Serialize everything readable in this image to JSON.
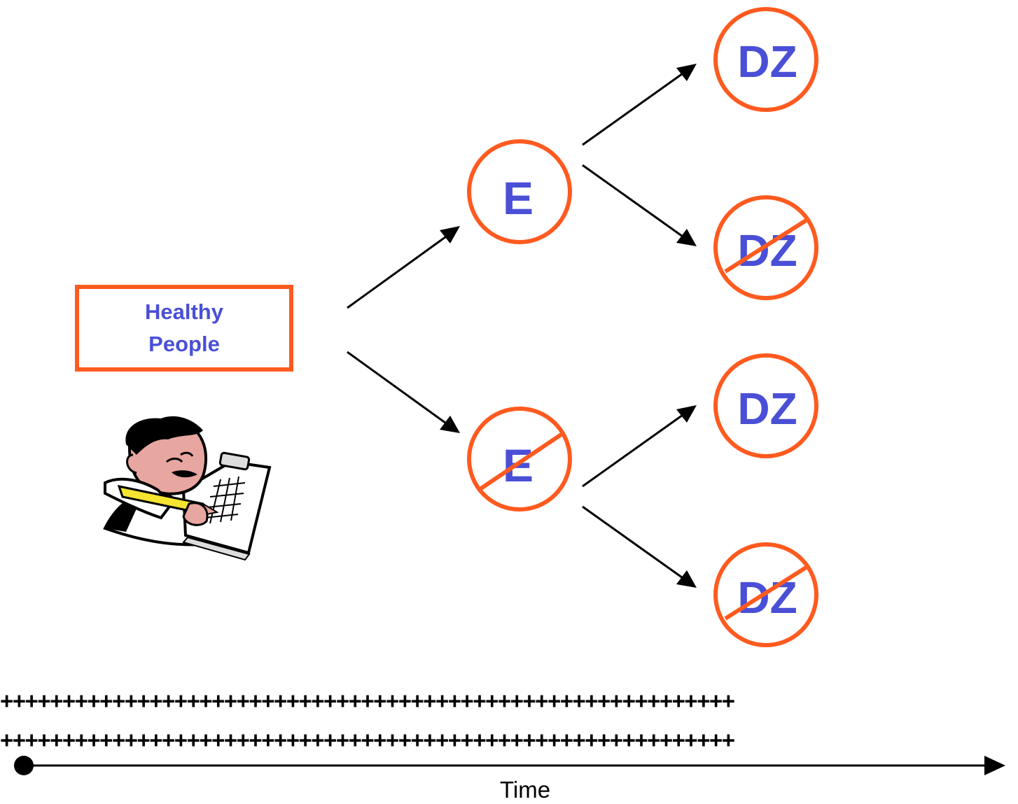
{
  "root": {
    "line1": "Healthy",
    "line2": "People"
  },
  "exposure_nodes": [
    {
      "label": "E",
      "crossed": false
    },
    {
      "label": "E",
      "crossed": true
    }
  ],
  "outcome_nodes": [
    {
      "label": "DZ",
      "crossed": false
    },
    {
      "label": "DZ",
      "crossed": true
    },
    {
      "label": "DZ",
      "crossed": false
    },
    {
      "label": "DZ",
      "crossed": true
    }
  ],
  "plus_rows": [
    "+++++++++++++++++++++++++++++++++++++++++++++++++++++++++++",
    "+++++++++++++++++++++++++++++++++++++++++++++++++++++++++++"
  ],
  "timeline": {
    "label": "Time"
  },
  "colors": {
    "accent": "#ff5a1f",
    "text": "#4a4fd6",
    "arrow": "#000000"
  },
  "icons": {
    "illustration": "man-with-clipboard-icon"
  }
}
